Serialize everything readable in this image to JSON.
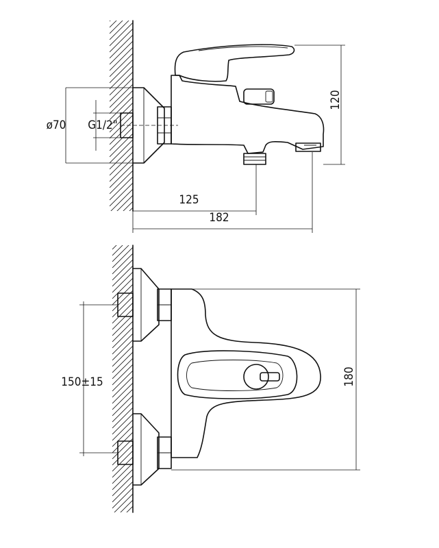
{
  "drawing": {
    "side_view": {
      "flange_diameter": "ø70",
      "thread_size": "G1/2\"",
      "dim_height": "120",
      "dim_outlet_distance": "125",
      "dim_total_depth": "182"
    },
    "top_view": {
      "dim_center_distance": "150±15",
      "dim_width": "180"
    }
  }
}
